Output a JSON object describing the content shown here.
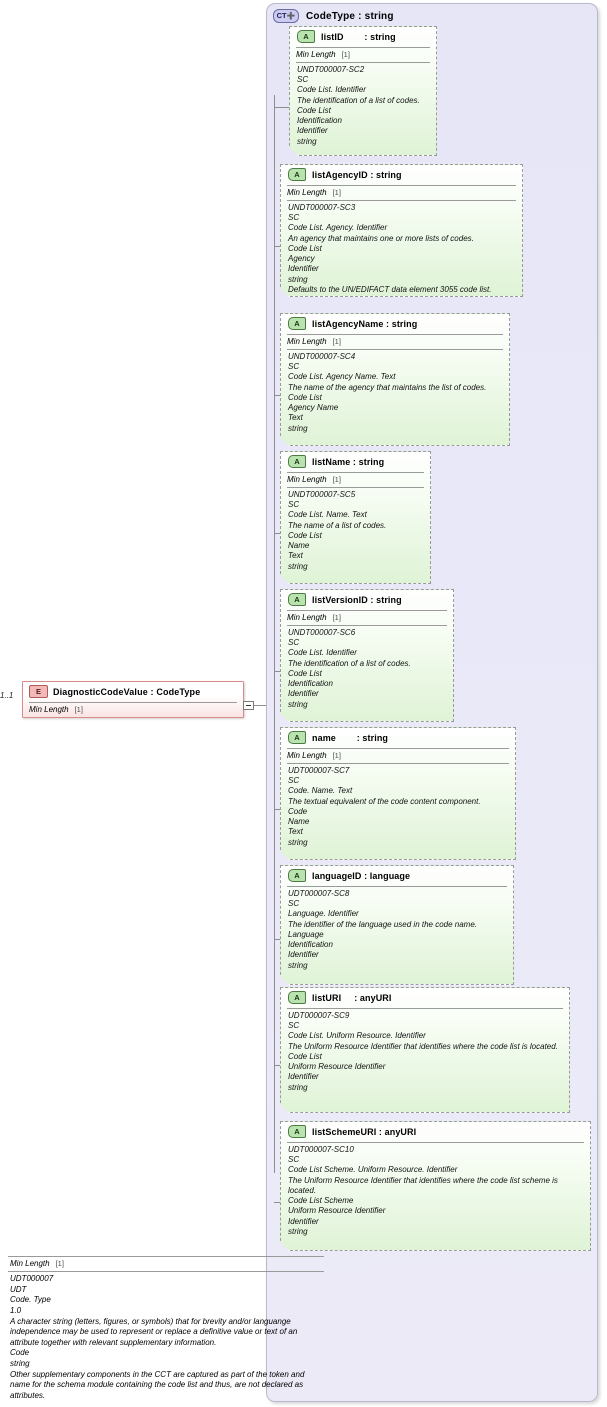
{
  "diagram": {
    "kind": "xsd-schema-diagram",
    "colors": {
      "element_border": "#d98b8b",
      "element_fill": "#fbe4e4",
      "complextype_fill": "#e6e6f7",
      "attribute_fill": "#dff3d6",
      "connector": "#8d8d8d"
    }
  },
  "element": {
    "icon": "E",
    "title": "DiagnosticCodeValue : CodeType",
    "multiplicity": "1..1",
    "facet": {
      "name": "Min Length",
      "cardinality": "[1]"
    },
    "expander": "minus"
  },
  "complex_type": {
    "icon": "CT",
    "icon_state": "plus",
    "title": "CodeType : string",
    "attributes": [
      {
        "icon": "A",
        "title": "listID        : string",
        "facet": {
          "name": "Min Length",
          "cardinality": "[1]"
        },
        "doc": [
          "UNDT000007-SC2",
          "SC",
          "Code List. Identifier",
          "The identification of a list of codes.",
          "Code List",
          "Identification",
          "Identifier",
          "string"
        ]
      },
      {
        "icon": "A",
        "title": "listAgencyID : string",
        "facet": {
          "name": "Min Length",
          "cardinality": "[1]"
        },
        "doc": [
          "UNDT000007-SC3",
          "SC",
          "Code List. Agency. Identifier",
          "An agency that maintains one or more lists of codes.",
          "Code List",
          "Agency",
          "Identifier",
          "string",
          "Defaults to the UN/EDIFACT data element 3055 code list."
        ]
      },
      {
        "icon": "A",
        "title": "listAgencyName : string",
        "facet": {
          "name": "Min Length",
          "cardinality": "[1]"
        },
        "doc": [
          "UNDT000007-SC4",
          "SC",
          "Code List. Agency Name. Text",
          "The name of the agency that maintains the list of codes.",
          "Code List",
          "Agency Name",
          "Text",
          "string"
        ]
      },
      {
        "icon": "A",
        "title": "listName : string",
        "facet": {
          "name": "Min Length",
          "cardinality": "[1]"
        },
        "doc": [
          "UNDT000007-SC5",
          "SC",
          "Code List. Name. Text",
          "The name of a list of codes.",
          "Code List",
          "Name",
          "Text",
          "string"
        ]
      },
      {
        "icon": "A",
        "title": "listVersionID : string",
        "facet": {
          "name": "Min Length",
          "cardinality": "[1]"
        },
        "doc": [
          "UNDT000007-SC6",
          "SC",
          "Code List. Identifier",
          "The identification of a list of codes.",
          "Code List",
          "Identification",
          "Identifier",
          "string"
        ]
      },
      {
        "icon": "A",
        "title": "name        : string",
        "facet": {
          "name": "Min Length",
          "cardinality": "[1]"
        },
        "doc": [
          "UDT000007-SC7",
          "SC",
          "Code. Name. Text",
          "The textual equivalent of the code content component.",
          "Code",
          "Name",
          "Text",
          "string"
        ]
      },
      {
        "icon": "A",
        "title": "languageID : language",
        "facet": null,
        "doc": [
          "UDT000007-SC8",
          "SC",
          "Language. Identifier",
          "The identifier of the language used in the code name.",
          "Language",
          "Identification",
          "Identifier",
          "string"
        ]
      },
      {
        "icon": "A",
        "title": "listURI     : anyURI",
        "facet": null,
        "doc": [
          "UDT000007-SC9",
          "SC",
          "Code List. Uniform Resource. Identifier",
          "The Uniform Resource Identifier that identifies where the code list is located.",
          "Code List",
          "Uniform Resource Identifier",
          "Identifier",
          "string"
        ]
      },
      {
        "icon": "A",
        "title": "listSchemeURI : anyURI",
        "facet": null,
        "doc": [
          "UDT000007-SC10",
          "SC",
          "Code List Scheme. Uniform Resource. Identifier",
          "The Uniform Resource Identifier that identifies where the code list scheme is located.",
          "Code List Scheme",
          "Uniform Resource Identifier",
          "Identifier",
          "string"
        ]
      }
    ],
    "footer": {
      "facet": {
        "name": "Min Length",
        "cardinality": "[1]"
      },
      "doc": [
        "UDT000007",
        "UDT",
        "Code. Type",
        "1.0",
        "A character string (letters, figures, or symbols) that for brevity and/or languange independence may be used to represent or replace a definitive value or text of an attribute together with relevant supplementary information.",
        "Code",
        "string",
        "Other supplementary components in the CCT are captured as part of the token and name for the schema module containing the code list and thus, are not declared as attributes."
      ]
    }
  }
}
